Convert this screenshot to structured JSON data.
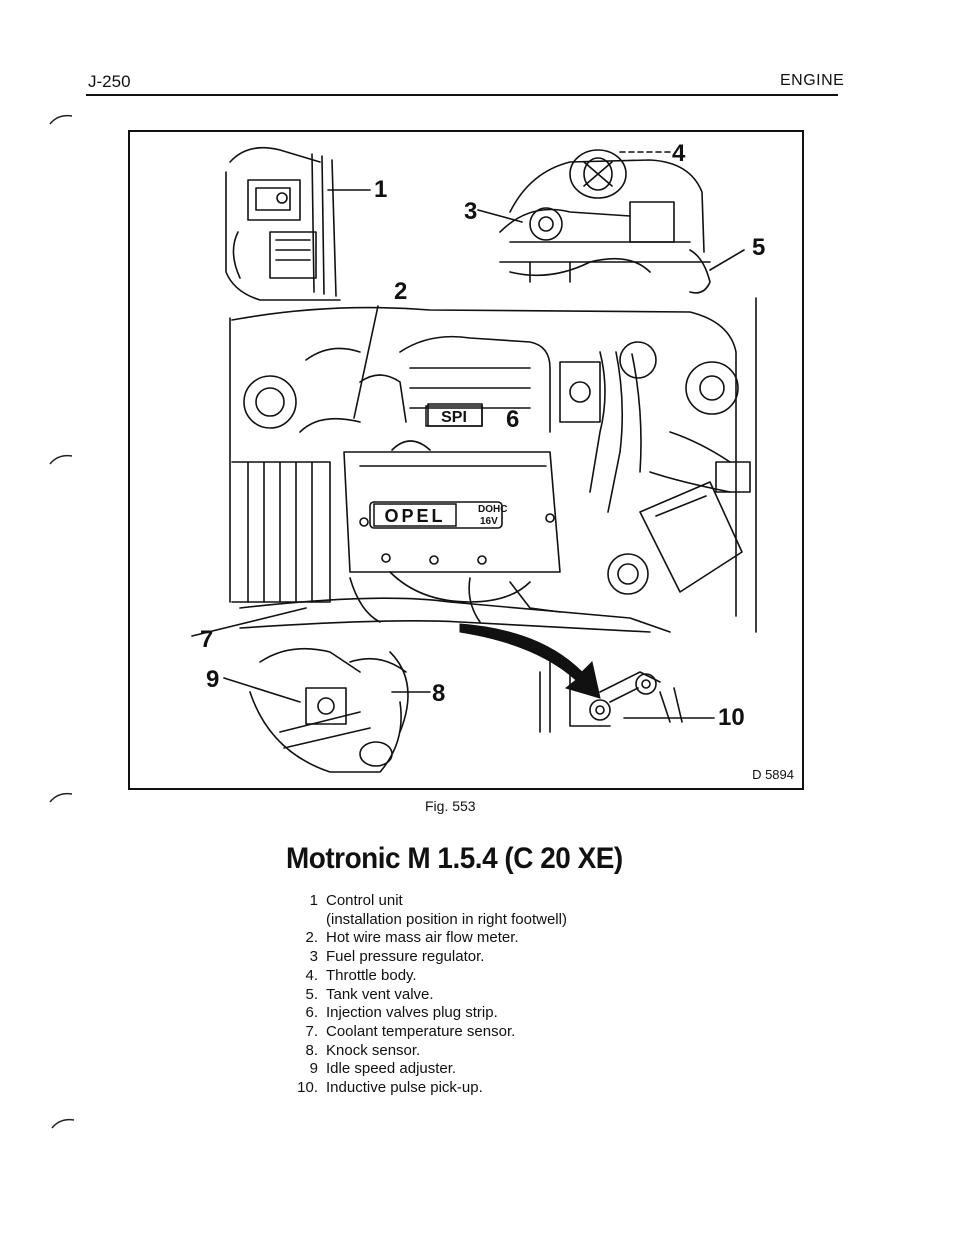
{
  "header": {
    "page_number": "J-250",
    "section": "ENGINE"
  },
  "figure": {
    "callouts": [
      "1",
      "2",
      "3",
      "4",
      "5",
      "6",
      "7",
      "8",
      "9",
      "10"
    ],
    "engine_labels": {
      "spi": "SPI",
      "opel": "OPEL",
      "dohc": "DOHC",
      "valves": "16V"
    },
    "drawing_code": "D 5894",
    "caption": "Fig. 553"
  },
  "title": "Motronic M 1.5.4 (C 20 XE)",
  "legend": [
    {
      "num": "1",
      "text": "Control unit"
    },
    {
      "num": "",
      "text": "(installation position in right footwell)"
    },
    {
      "num": "2.",
      "text": "Hot wire mass air flow meter."
    },
    {
      "num": "3",
      "text": "Fuel pressure regulator."
    },
    {
      "num": "4.",
      "text": "Throttle body."
    },
    {
      "num": "5.",
      "text": "Tank vent valve."
    },
    {
      "num": "6.",
      "text": "Injection valves plug strip."
    },
    {
      "num": "7.",
      "text": "Coolant temperature sensor."
    },
    {
      "num": "8.",
      "text": "Knock sensor."
    },
    {
      "num": "9",
      "text": "Idle speed adjuster."
    },
    {
      "num": "10.",
      "text": "Inductive pulse pick-up."
    }
  ]
}
